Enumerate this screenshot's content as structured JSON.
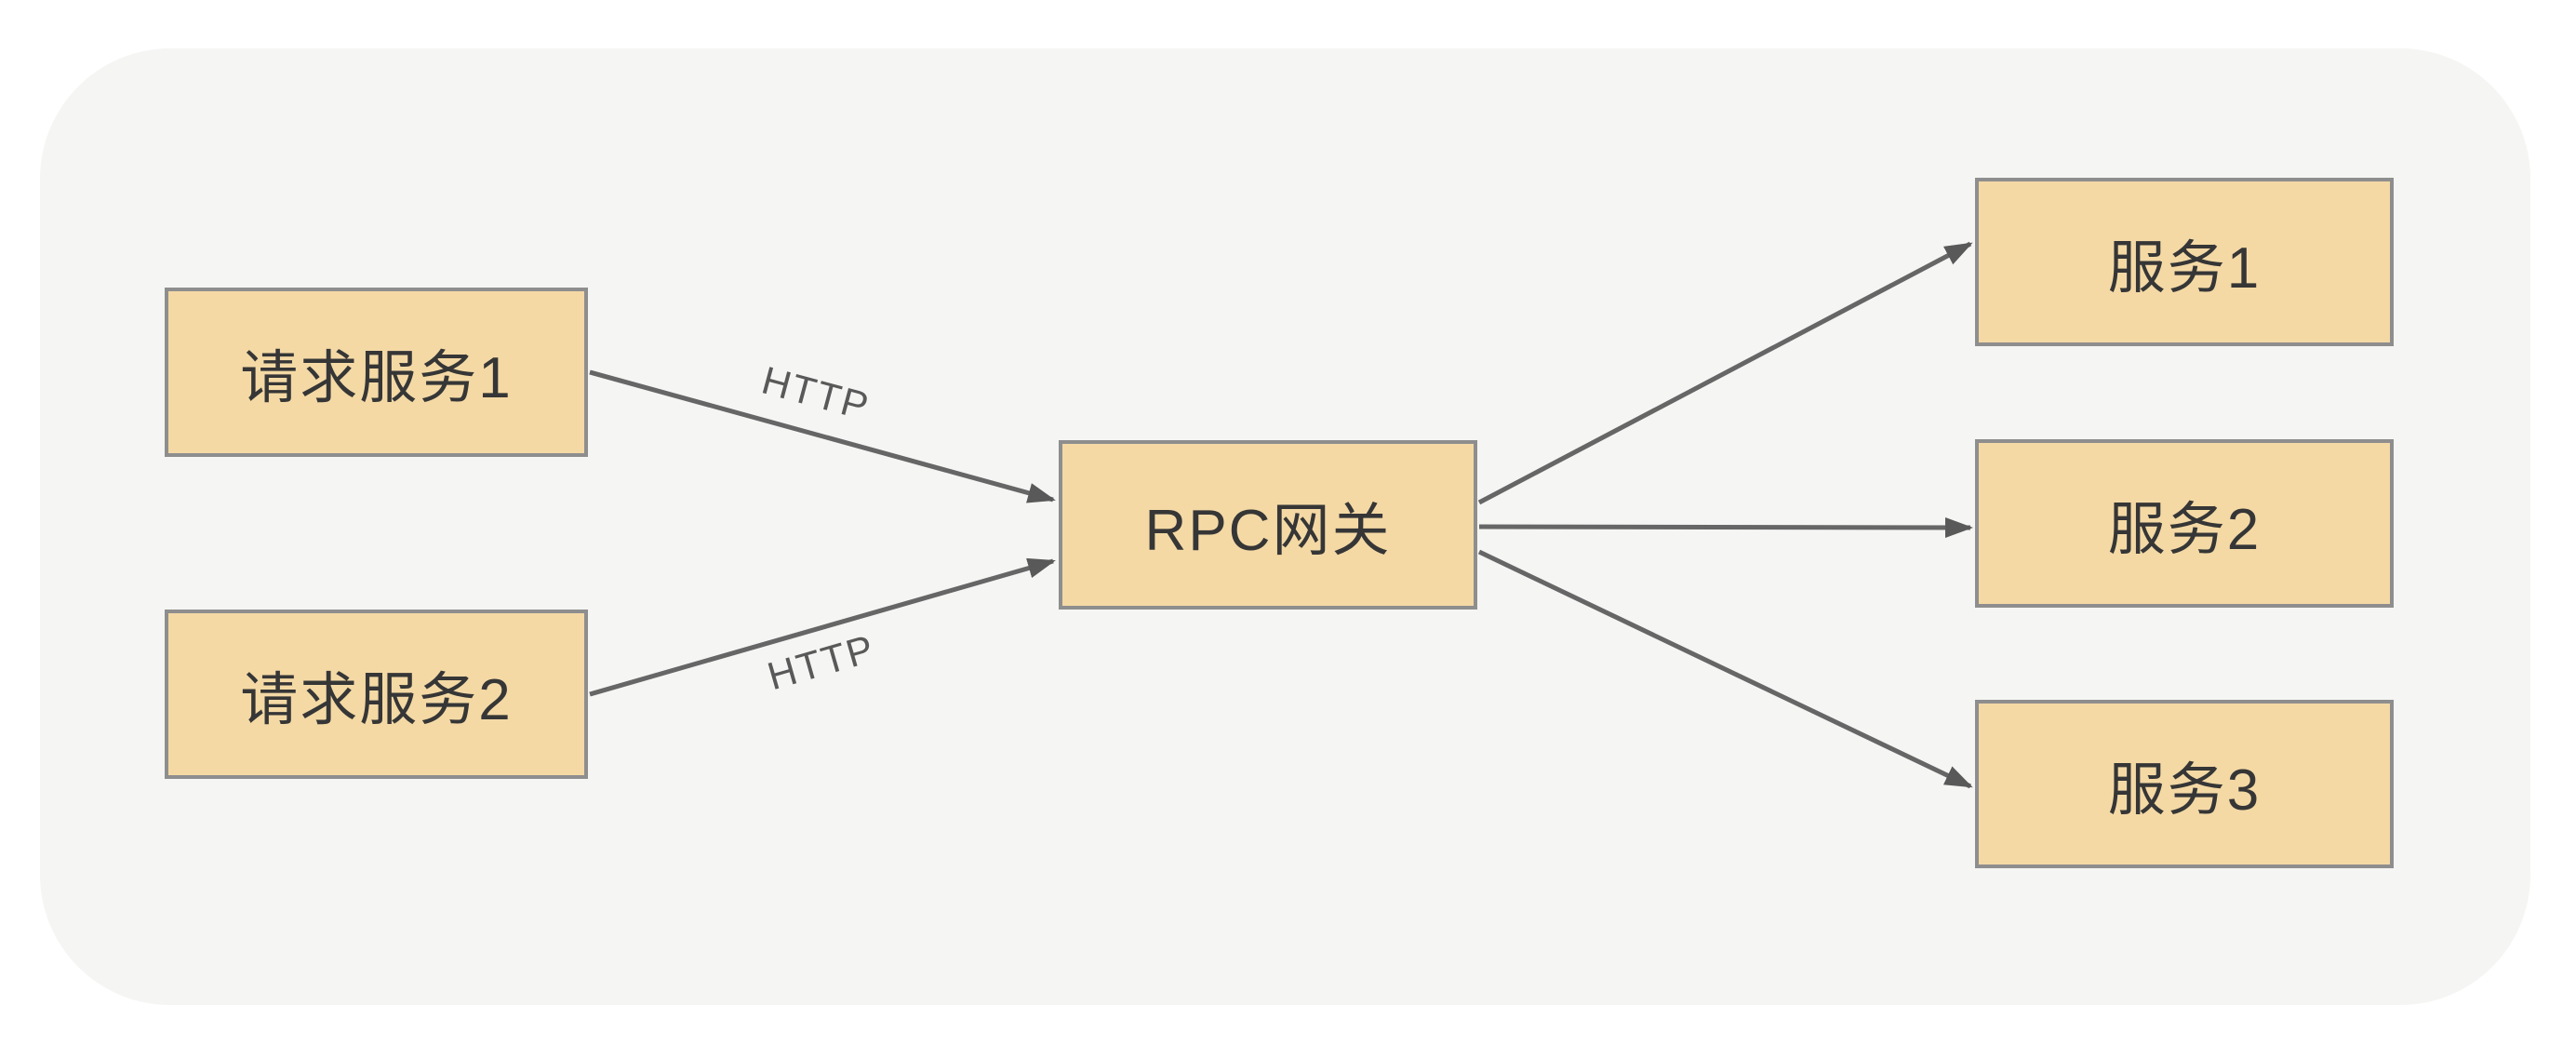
{
  "diagram": {
    "colors": {
      "page_background": "#ffffff",
      "panel_background": "#f5f5f3",
      "node_fill": "#f4d9a5",
      "node_border": "#8e8e8e",
      "node_text": "#363636",
      "edge_stroke": "#666666",
      "edge_label_text": "#595959"
    },
    "nodes": {
      "request1": {
        "label": "请求服务1"
      },
      "request2": {
        "label": "请求服务2"
      },
      "gateway": {
        "label": "RPC网关"
      },
      "service1": {
        "label": "服务1"
      },
      "service2": {
        "label": "服务2"
      },
      "service3": {
        "label": "服务3"
      }
    },
    "edge_labels": {
      "http1": {
        "label": "HTTP"
      },
      "http2": {
        "label": "HTTP"
      }
    }
  }
}
